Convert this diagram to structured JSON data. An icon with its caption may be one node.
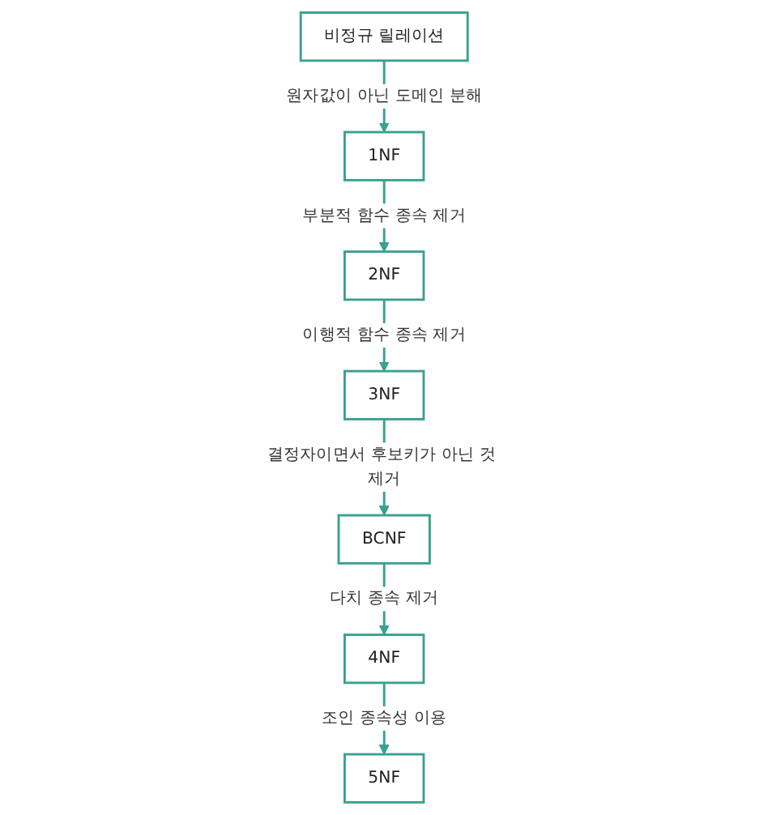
{
  "diagram": {
    "nodes": [
      {
        "text": [
          "비정규 릴레이션"
        ]
      },
      {
        "text": [
          "1NF"
        ]
      },
      {
        "text": [
          "2NF"
        ]
      },
      {
        "text": [
          "3NF"
        ]
      },
      {
        "text": [
          "BCNF"
        ]
      },
      {
        "text": [
          "4NF"
        ]
      },
      {
        "text": [
          "5NF"
        ]
      }
    ],
    "edges": [
      {
        "from": 0,
        "to": 1,
        "arrow": "to",
        "label": "원자값이 아닌 도메인 분해"
      },
      {
        "from": 1,
        "to": 2,
        "arrow": "to",
        "label": "부분적 함수 종속 제거"
      },
      {
        "from": 2,
        "to": 3,
        "arrow": "to",
        "label": "이행적 함수 종속 제거"
      },
      {
        "from": 3,
        "to": 4,
        "arrow": "to",
        "label": "결정자이면서 후보키가 아닌 것 제거"
      },
      {
        "from": 4,
        "to": 5,
        "arrow": "to",
        "label": "다치 종속 제거"
      },
      {
        "from": 5,
        "to": 6,
        "arrow": "to",
        "label": "조인 종속성 이용"
      }
    ]
  }
}
